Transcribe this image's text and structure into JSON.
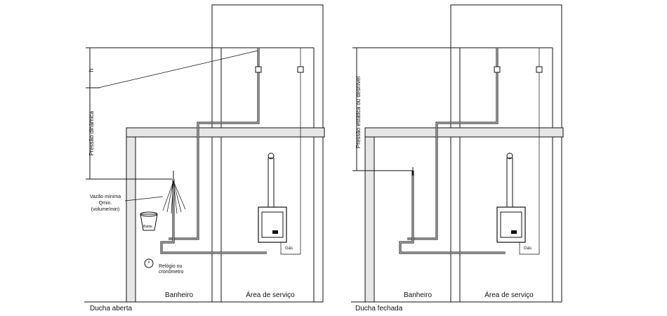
{
  "panels": [
    {
      "id": "left",
      "caption": "Ducha aberta",
      "room_labels": {
        "bathroom": "Banheiro",
        "service": "Área de serviço"
      },
      "pressure_label": "Pressão dinâmica",
      "height_label": "h",
      "flow_label": [
        "Vazão mínima",
        "Qmin.",
        "(volume/min)"
      ],
      "bucket_label": "Balde",
      "clock_label": [
        "Relógio ou",
        "cronômetro"
      ],
      "gas_label": "Gás"
    },
    {
      "id": "right",
      "caption": "Ducha fechada",
      "room_labels": {
        "bathroom": "Banheiro",
        "service": "Área de serviço"
      },
      "pressure_label": "Pressão estática ou desnível",
      "gas_label": "Gás"
    }
  ],
  "colors": {
    "line": "#111111",
    "slab": "#e6e6e6",
    "background": "#ffffff"
  }
}
